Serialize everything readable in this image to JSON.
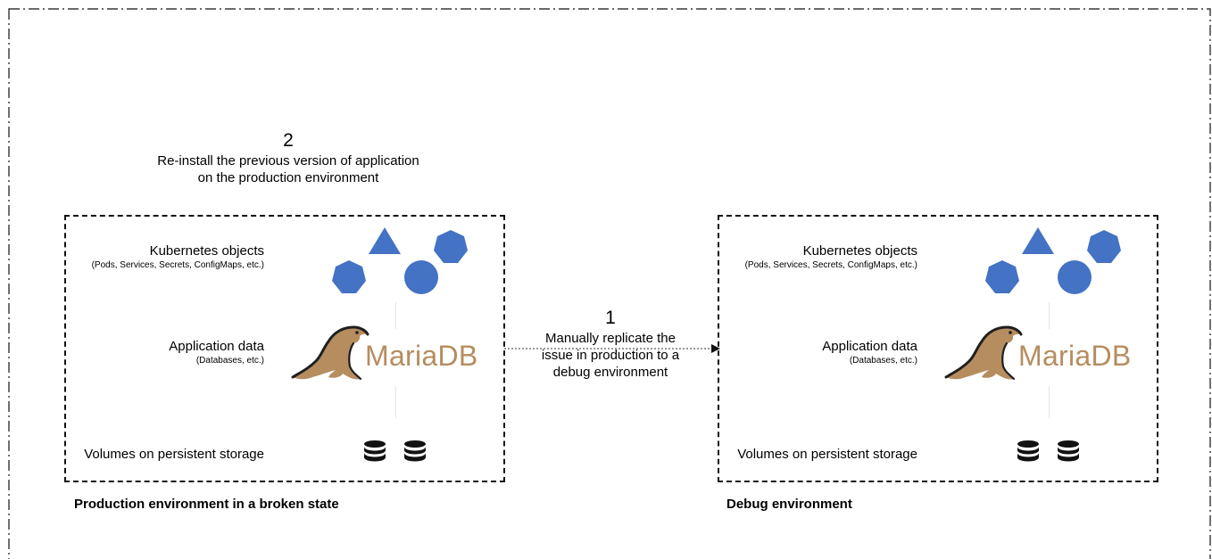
{
  "steps": {
    "step_two": {
      "number": "2",
      "line1": "Re-install the previous version of application",
      "line2": "on the production environment"
    },
    "step_one": {
      "number": "1",
      "line1": "Manually replicate the",
      "line2": "issue in production to a",
      "line3": "debug environment"
    }
  },
  "environments": {
    "production": {
      "caption": "Production environment in a broken state",
      "k8s_title": "Kubernetes objects",
      "k8s_sub": "(Pods, Services, Secrets, ConfigMaps, etc.)",
      "app_title": "Application data",
      "app_sub": "(Databases, etc.)",
      "vol_title": "Volumes on persistent storage",
      "logo_text": "MariaDB"
    },
    "debug": {
      "caption": "Debug environment",
      "k8s_title": "Kubernetes objects",
      "k8s_sub": "(Pods, Services, Secrets, ConfigMaps, etc.)",
      "app_title": "Application data",
      "app_sub": "(Databases, etc.)",
      "vol_title": "Volumes on persistent storage",
      "logo_text": "MariaDB"
    }
  },
  "colors": {
    "shape_blue": "#4472c4",
    "mariadb_brown": "#b58d5f",
    "border": "#111111"
  },
  "icons": {
    "kubernetes_shapes": [
      "triangle-icon",
      "heptagon-icon",
      "heptagon-icon",
      "circle-icon"
    ],
    "storage": [
      "database-icon",
      "database-icon"
    ],
    "app_logo": "mariadb-sea-lion-logo"
  }
}
